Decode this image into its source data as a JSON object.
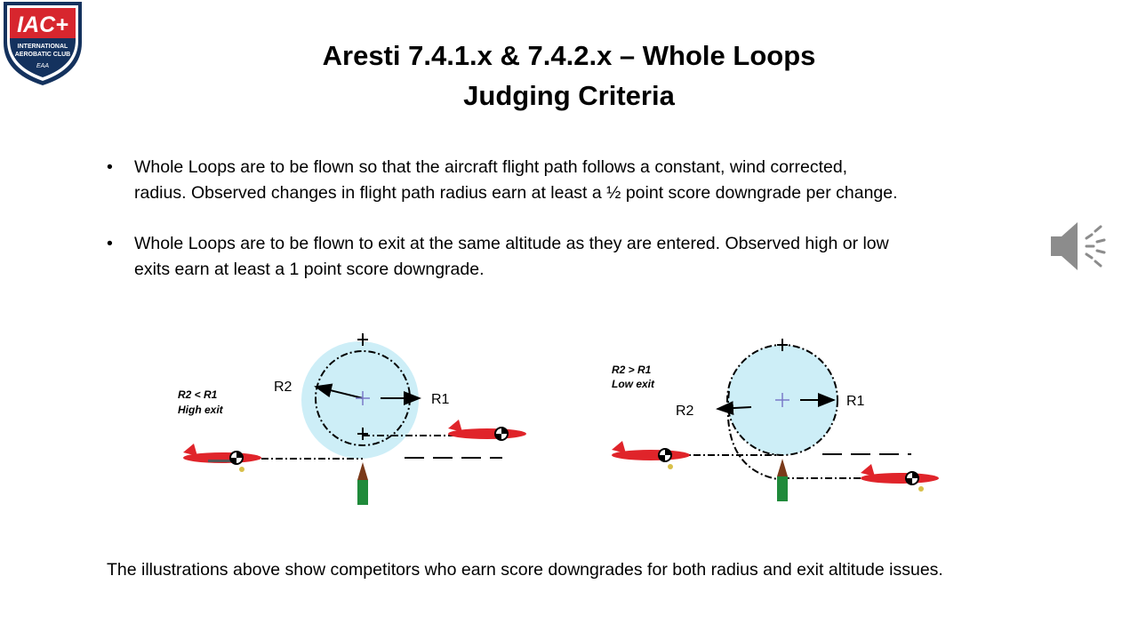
{
  "slide": {
    "title_line1": "Aresti 7.4.1.x & 7.4.2.x – Whole Loops",
    "title_line2": "Judging Criteria",
    "bullet_marker": "•",
    "bullets": [
      {
        "line1": "Whole Loops are to be flown so that the aircraft flight path follows a constant, wind corrected,",
        "line2": "radius.  Observed changes in flight path radius earn at least a ½ point score downgrade per change."
      },
      {
        "line1": "Whole Loops are to be flown to exit at the same altitude as they are entered.  Observed high or low",
        "line2": "exits earn at least a 1 point score downgrade."
      }
    ],
    "caption": "The illustrations above show competitors who earn score downgrades for both radius and exit altitude issues."
  },
  "logo": {
    "text": "IAC+",
    "subtext_line1": "INTERNATIONAL",
    "subtext_line2": "AEROBATIC CLUB",
    "mark": "EAA",
    "colors": {
      "red": "#d7262e",
      "navy": "#14325e"
    }
  },
  "speaker": {
    "icon": "speaker-icon",
    "color": "#8c8c8c"
  },
  "diagram": {
    "left": {
      "label_line1": "R2 < R1",
      "label_line2": "High exit",
      "r1": "R1",
      "r2": "R2"
    },
    "right": {
      "label_line1": "R2 > R1",
      "label_line2": "Low exit",
      "r1": "R1",
      "r2": "R2"
    },
    "colors": {
      "loop_fill": "#cdeef7",
      "aircraft": "#e0242a",
      "judge_marker": "#1f8a3a"
    }
  }
}
